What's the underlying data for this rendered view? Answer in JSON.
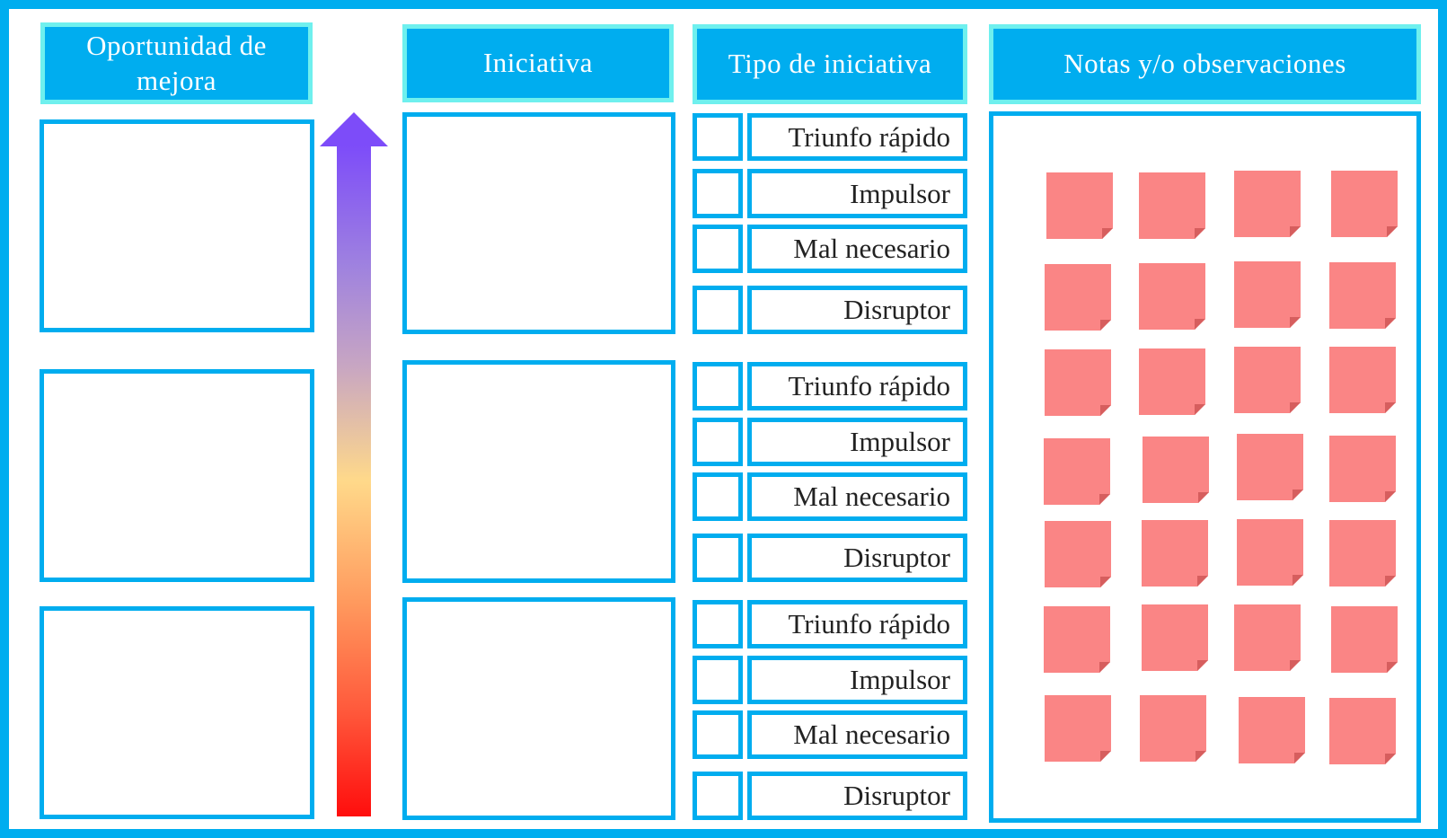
{
  "headers": {
    "opportunity": "Oportunidad de mejora",
    "initiative": "Iniciativa",
    "type": "Tipo de iniciativa",
    "notes": "Notas y/o observaciones"
  },
  "initiative_groups": [
    {
      "options": [
        "Triunfo rápido",
        "Impulsor",
        "Mal necesario",
        "Disruptor"
      ]
    },
    {
      "options": [
        "Triunfo rápido",
        "Impulsor",
        "Mal necesario",
        "Disruptor"
      ]
    },
    {
      "options": [
        "Triunfo rápido",
        "Impulsor",
        "Mal necesario",
        "Disruptor"
      ]
    }
  ],
  "colors": {
    "accent": "#00adef",
    "header_outline": "#6ff0ee",
    "sticky_note": "#fa8585",
    "arrow_top": "#7d4cf9",
    "arrow_mid": "#ffd98a",
    "arrow_bottom": "#ff0d0d"
  },
  "sticky_note_count": 28
}
